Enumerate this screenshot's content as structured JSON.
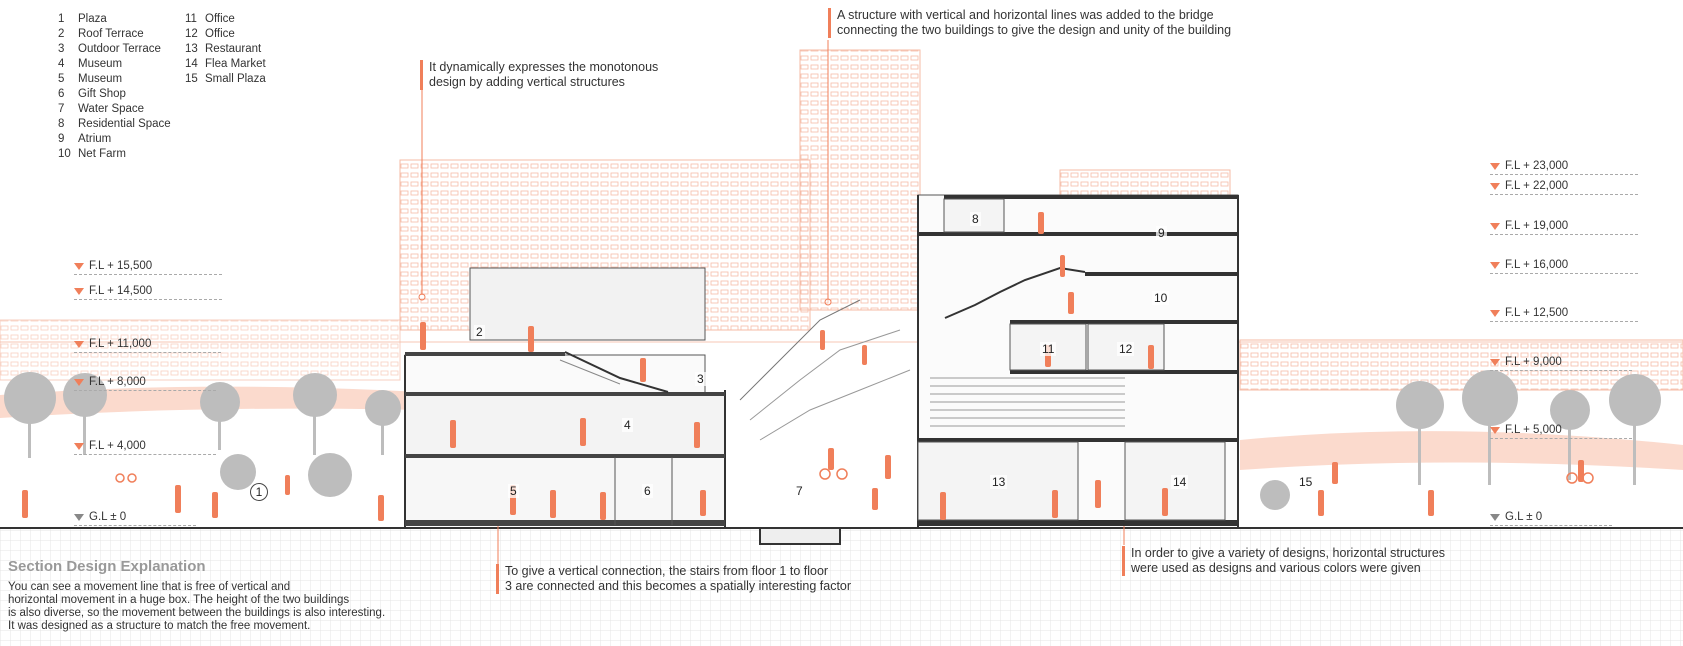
{
  "legend_col1": [
    {
      "n": "1",
      "label": "Plaza"
    },
    {
      "n": "2",
      "label": "Roof Terrace"
    },
    {
      "n": "3",
      "label": "Outdoor Terrace"
    },
    {
      "n": "4",
      "label": "Museum"
    },
    {
      "n": "5",
      "label": "Museum"
    },
    {
      "n": "6",
      "label": "Gift Shop"
    },
    {
      "n": "7",
      "label": "Water Space"
    },
    {
      "n": "8",
      "label": "Residential Space"
    },
    {
      "n": "9",
      "label": "Atrium"
    },
    {
      "n": "10",
      "label": "Net Farm"
    }
  ],
  "legend_col2": [
    {
      "n": "11",
      "label": "Office"
    },
    {
      "n": "12",
      "label": "Office"
    },
    {
      "n": "13",
      "label": "Restaurant"
    },
    {
      "n": "14",
      "label": "Flea Market"
    },
    {
      "n": "15",
      "label": "Small Plaza"
    }
  ],
  "annotations": {
    "bridge": [
      "A structure with vertical and horizontal lines was added to the bridge",
      "connecting the two buildings to give the design and unity of the building"
    ],
    "vertical": [
      "It dynamically expresses the monotonous",
      "design by adding vertical structures"
    ],
    "stairs": [
      "To give a vertical connection, the stairs from floor 1 to floor",
      "3 are connected and this becomes a spatially interesting factor"
    ],
    "horizontal": [
      "In order to give a variety of designs, horizontal structures",
      "were used as designs and various colors were given"
    ]
  },
  "levels_left": [
    "F.L + 15,500",
    "F.L + 14,500",
    "F.L + 11,000",
    "F.L + 8,000",
    "F.L + 4,000",
    "G.L ± 0"
  ],
  "levels_right": [
    "F.L + 23,000",
    "F.L + 22,000",
    "F.L + 19,000",
    "F.L + 16,000",
    "F.L + 12,500",
    "F.L + 9,000",
    "F.L + 5,000",
    "G.L ± 0"
  ],
  "room_numbers": [
    "1",
    "2",
    "3",
    "4",
    "5",
    "6",
    "7",
    "8",
    "9",
    "10",
    "11",
    "12",
    "13",
    "14",
    "15"
  ],
  "explanation": {
    "title": "Section Design Explanation",
    "lines": [
      "You can see a movement line that is free of vertical and",
      "horizontal movement in a huge box. The height of the two buildings",
      "is also diverse, so the movement between the buildings is also interesting.",
      "It was designed as a structure to match the free movement."
    ]
  },
  "colors": {
    "accent": "#f07f5a",
    "line": "#555555",
    "grid": "#e6e6e6",
    "tree": "#b5b5b5"
  }
}
